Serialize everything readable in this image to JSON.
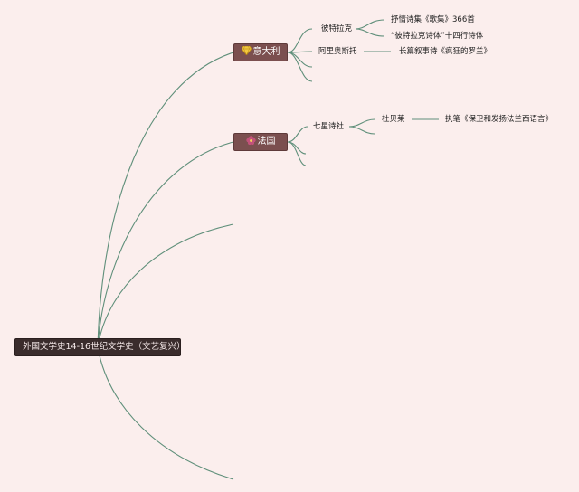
{
  "root": {
    "title": "外国文学史14-16世纪文学史（文艺复兴）"
  },
  "countries": [
    {
      "label": "意大利",
      "icon": "gem-icon"
    },
    {
      "label": "法国",
      "icon": "flower-icon"
    }
  ],
  "italy": {
    "petrarch": {
      "name": "彼特拉克",
      "works": [
        "抒情诗集《歌集》366首",
        "“彼特拉克诗体”十四行诗体"
      ]
    },
    "ariosto": {
      "name": "阿里奥斯托",
      "work": "长篇叙事诗《疯狂的罗兰》"
    }
  },
  "france": {
    "pleiade": {
      "name": "七星诗社",
      "member": "杜贝莱",
      "work": "执笔《保卫和发扬法兰西语言》"
    }
  },
  "colors": {
    "background": "#fbeeed",
    "branch": "#5f8f7a",
    "root_fill": "#3a2c2c",
    "country_fill": "#7b4f4f"
  }
}
